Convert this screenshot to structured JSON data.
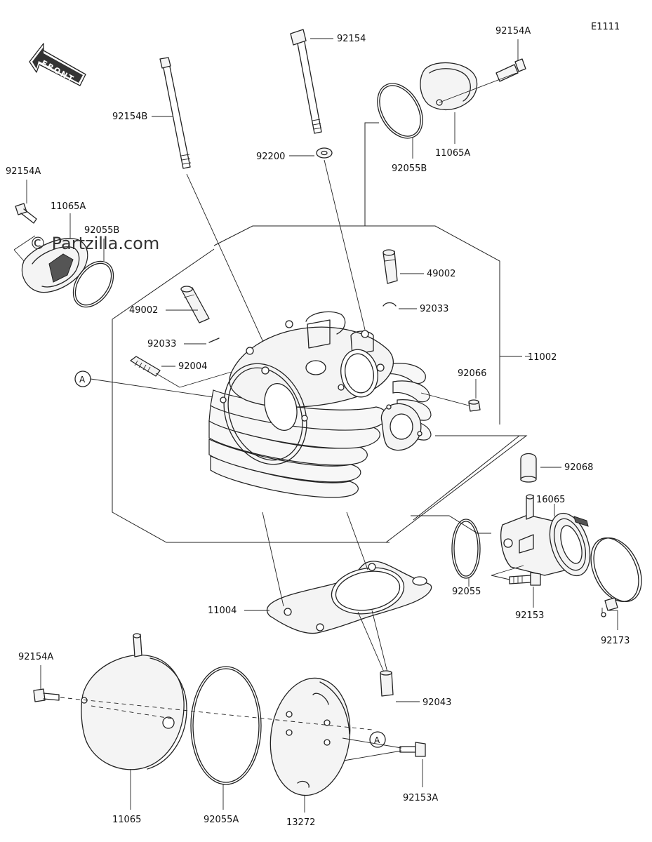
{
  "diagram": {
    "code": "E1111",
    "front_label": "FRONT",
    "watermark": "© Partzilla.com",
    "ref_marker": "A",
    "labels": {
      "p92154": "92154",
      "p92154A_top": "92154A",
      "p92154B": "92154B",
      "p11065A_right": "11065A",
      "p92055B_right": "92055B",
      "p92200": "92200",
      "p92154A_left": "92154A",
      "p11065A_left": "11065A",
      "p92055B_left": "92055B",
      "p49002_right": "49002",
      "p92033_right": "92033",
      "p49002_left": "49002",
      "p92033_left": "92033",
      "p92004": "92004",
      "p11002": "11002",
      "p92066": "92066",
      "p92068": "92068",
      "p16065": "16065",
      "p92055": "92055",
      "p92153": "92153",
      "p92173": "92173",
      "p11004": "11004",
      "p92154A_bottom": "92154A",
      "p92043": "92043",
      "p11065": "11065",
      "p92055A": "92055A",
      "p13272": "13272",
      "p92153A": "92153A"
    }
  }
}
